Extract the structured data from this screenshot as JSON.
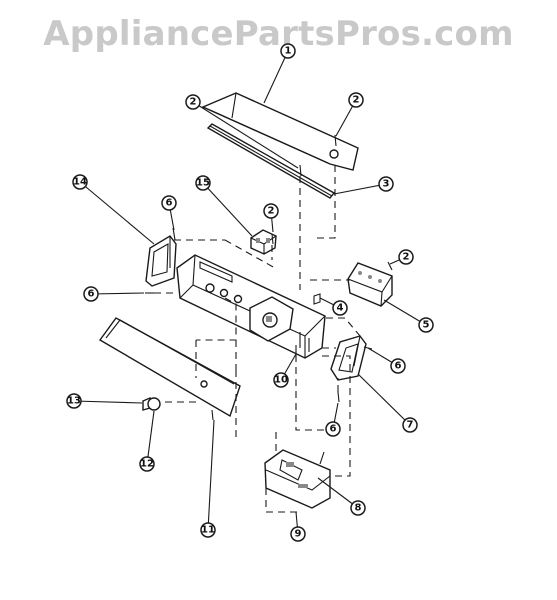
{
  "watermark": {
    "text": "AppliancePartsPros.com",
    "color": "#c9c9c9"
  },
  "diagram": {
    "callouts": [
      {
        "id": "c1",
        "label": "1"
      },
      {
        "id": "c2a",
        "label": "2"
      },
      {
        "id": "c2b",
        "label": "2"
      },
      {
        "id": "c3",
        "label": "3"
      },
      {
        "id": "c14",
        "label": "14"
      },
      {
        "id": "c6a",
        "label": "6"
      },
      {
        "id": "c15",
        "label": "15"
      },
      {
        "id": "c2c",
        "label": "2"
      },
      {
        "id": "c2d",
        "label": "2"
      },
      {
        "id": "c6b",
        "label": "6"
      },
      {
        "id": "c4",
        "label": "4"
      },
      {
        "id": "c5",
        "label": "5"
      },
      {
        "id": "c6c",
        "label": "6"
      },
      {
        "id": "c10",
        "label": "10"
      },
      {
        "id": "c7",
        "label": "7"
      },
      {
        "id": "c13",
        "label": "13"
      },
      {
        "id": "c6d",
        "label": "6"
      },
      {
        "id": "c12",
        "label": "12"
      },
      {
        "id": "c8",
        "label": "8"
      },
      {
        "id": "c11",
        "label": "11"
      },
      {
        "id": "c9",
        "label": "9"
      }
    ]
  }
}
